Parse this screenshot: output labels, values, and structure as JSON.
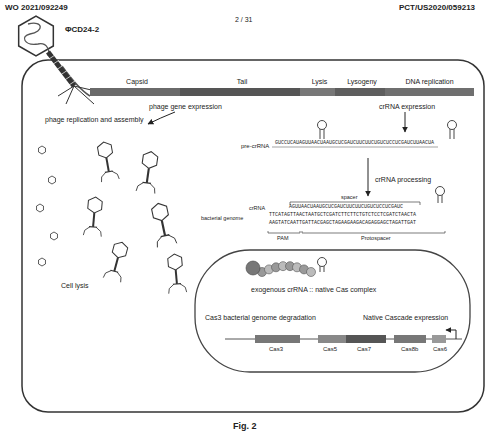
{
  "diagram": {
    "caption": "Fig. 2",
    "nodes": [
      {
        "text": [
          "Capsid"
        ]
      },
      {
        "text": [
          "Tail"
        ]
      },
      {
        "text": [
          "Lysis"
        ]
      },
      {
        "text": [
          "Lysogeny"
        ]
      },
      {
        "text": [
          "DNA replication"
        ]
      }
    ],
    "labels": [
      "WO 2021/092249",
      "PCT/US2020/059213",
      "2 / 31",
      "ΦCD24-2",
      "phage gene expression",
      "crRNA expression",
      "phage replication and assembly",
      "Cell lysis",
      "pre-crRNA",
      "GUCCUCAUAGUUAACUAAUGCUCGAUCUUCUUCUGUCUCCUCGAUCUUAACUA",
      "crRNA processing",
      "spacer",
      "crRNA",
      "AGUUAACUAAUGCUCGAUCUUCUUCUGUCUCCUCGAUC",
      "bacterial genome",
      "TTCATAGTTAACTAATGCTCGATCTTCTTCTGTCTCCTCGATCTAACTA",
      "AAGTATCAATTGATTACGAGCTAGAAGAAGACAGAGGAGCTAGATTGAT",
      "PAM",
      "Protospacer",
      "exogenous crRNA :: native Cas complex",
      "Cas3 bacterial genome degradation",
      "Native Cascade expression",
      "Cas3",
      "Cas5",
      "Cas7",
      "Cas8b",
      "Cas6"
    ]
  }
}
